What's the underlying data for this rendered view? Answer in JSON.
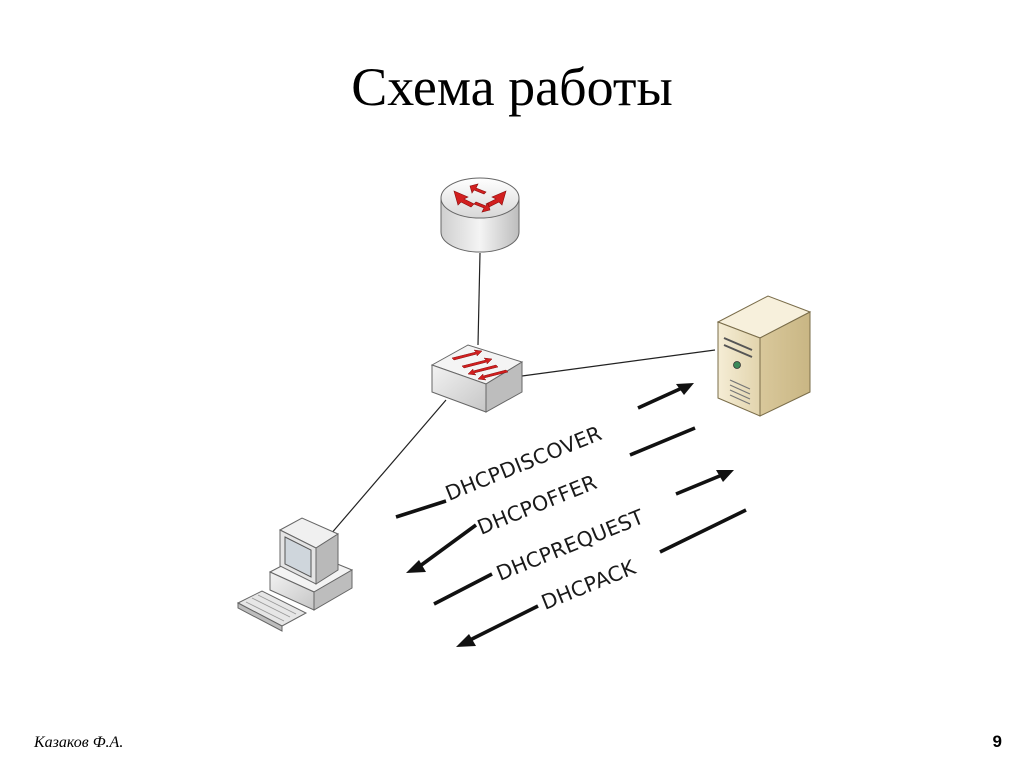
{
  "slide": {
    "title": "Схема работы",
    "author": "Казаков Ф.А.",
    "page_number": "9"
  },
  "diagram": {
    "nodes": [
      {
        "id": "router",
        "icon": "router-icon"
      },
      {
        "id": "switch",
        "icon": "switch-icon"
      },
      {
        "id": "server",
        "icon": "server-icon"
      },
      {
        "id": "client",
        "icon": "workstation-icon"
      }
    ],
    "messages": [
      {
        "label": "DHCPDISCOVER",
        "direction": "client-to-server"
      },
      {
        "label": "DHCPOFFER",
        "direction": "server-to-client"
      },
      {
        "label": "DHCPREQUEST",
        "direction": "client-to-server"
      },
      {
        "label": "DHCPACK",
        "direction": "server-to-client"
      }
    ],
    "colors": {
      "router_arrows": "#d21f1f",
      "switch_arrows": "#d21f1f",
      "server_body": "#eee3c6",
      "line": "#222222"
    }
  }
}
